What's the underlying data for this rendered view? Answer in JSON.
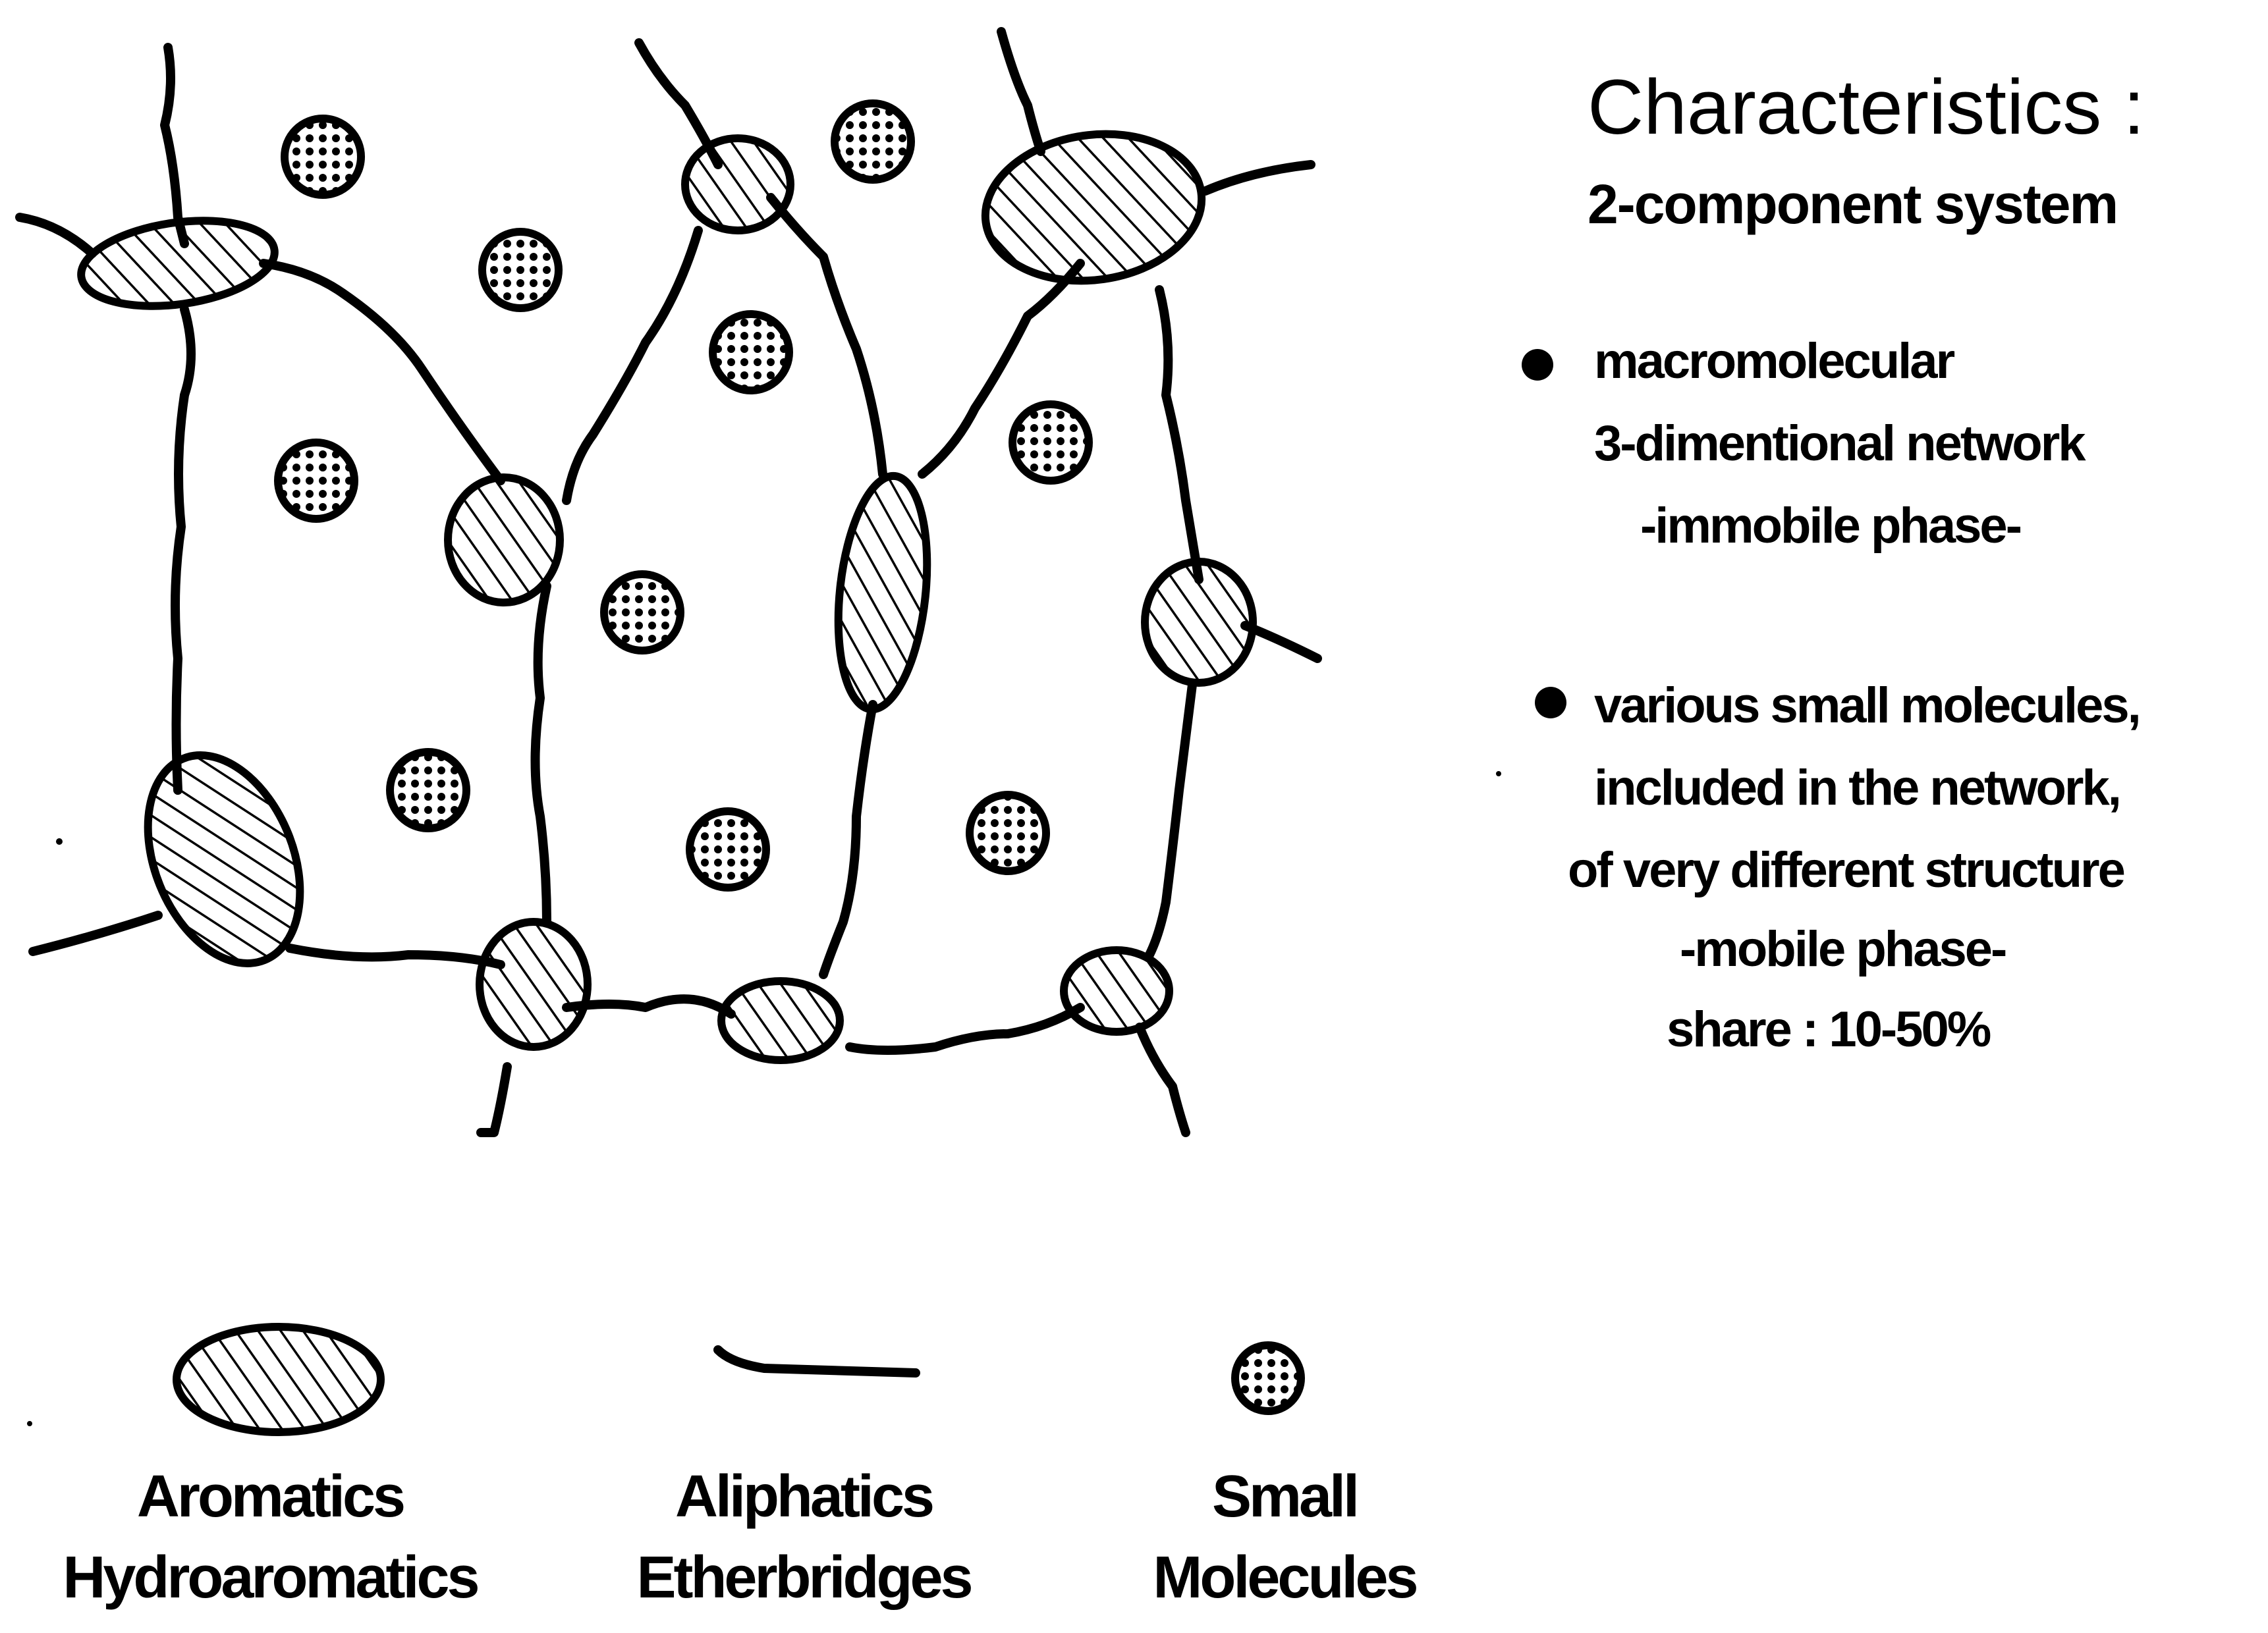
{
  "characteristics": {
    "title": "Characteristics :",
    "subtitle": "2-component system",
    "bullets": [
      {
        "lines": [
          "macromolecular",
          "3-dimentional network",
          "-immobile phase-"
        ]
      },
      {
        "lines": [
          "various small molecules,",
          "included in the network,",
          "of very different structure",
          "-mobile phase-",
          "share : 10-50%"
        ]
      }
    ]
  },
  "legend": [
    {
      "icon": "hatched-ellipse-icon",
      "lines": [
        "Aromatics",
        "Hydroaromatics"
      ]
    },
    {
      "icon": "line-icon",
      "lines": [
        "Aliphatics",
        "Etherbridges"
      ]
    },
    {
      "icon": "crosshatched-circle-icon",
      "lines": [
        "Small",
        "Molecules"
      ]
    }
  ],
  "colors": {
    "ink": "#000000",
    "background": "#ffffff"
  }
}
